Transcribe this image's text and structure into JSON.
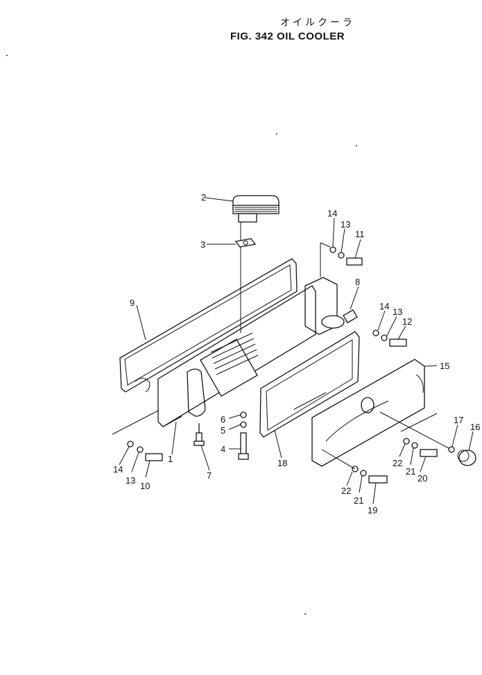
{
  "title_jp": "オイルクーラ",
  "title_fig": "FIG. 342  OIL COOLER",
  "callouts": {
    "c1": "1",
    "c2": "2",
    "c3": "3",
    "c4": "4",
    "c5": "5",
    "c6": "6",
    "c7": "7",
    "c8": "8",
    "c9": "9",
    "c10": "10",
    "c11": "11",
    "c12": "12",
    "c13a": "13",
    "c13b": "13",
    "c13c": "13",
    "c14a": "14",
    "c14b": "14",
    "c14c": "14",
    "c15": "15",
    "c16": "16",
    "c17": "17",
    "c18": "18",
    "c19": "19",
    "c20": "20",
    "c21a": "21",
    "c21b": "21",
    "c22a": "22",
    "c22b": "22"
  }
}
